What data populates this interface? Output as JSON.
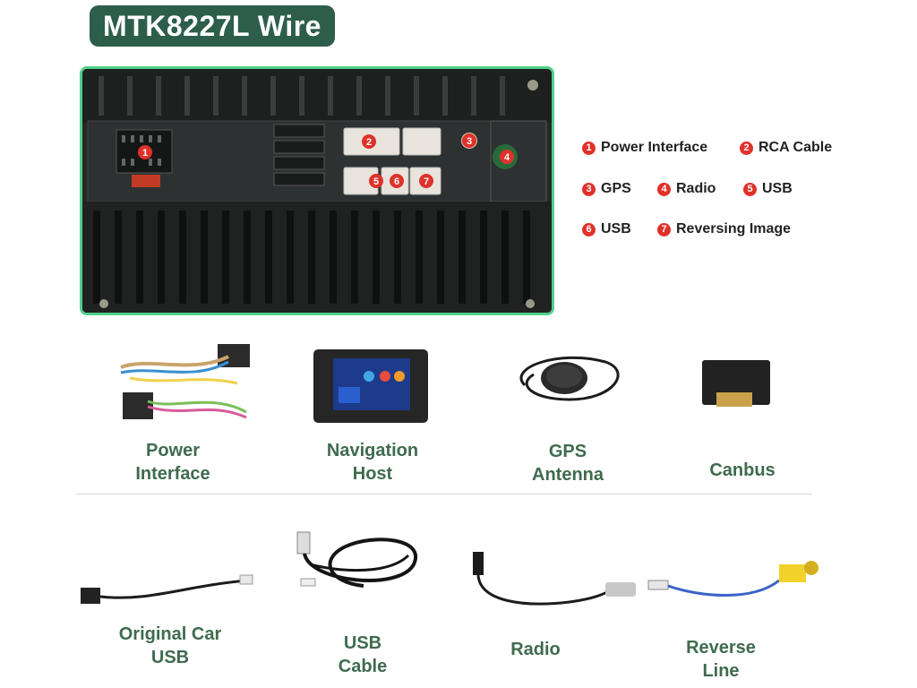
{
  "title": "MTK8227L  Wire",
  "legend": [
    {
      "num": "1",
      "label": "Power Interface"
    },
    {
      "num": "2",
      "label": "RCA Cable"
    },
    {
      "num": "3",
      "label": "GPS"
    },
    {
      "num": "4",
      "label": "Radio"
    },
    {
      "num": "5",
      "label": "USB"
    },
    {
      "num": "6",
      "label": "USB"
    },
    {
      "num": "7",
      "label": "Reversing Image"
    }
  ],
  "unit_markers": [
    "1",
    "2",
    "3",
    "4",
    "5",
    "6",
    "7"
  ],
  "accessories_row1": [
    {
      "line1": "Power",
      "line2": "Interface"
    },
    {
      "line1": "Navigation",
      "line2": "Host"
    },
    {
      "line1": "GPS",
      "line2": "Antenna"
    },
    {
      "line1": "Canbus",
      "line2": ""
    }
  ],
  "accessories_row2": [
    {
      "line1": "Original Car",
      "line2": "USB"
    },
    {
      "line1": "USB",
      "line2": "Cable"
    },
    {
      "line1": "Radio",
      "line2": ""
    },
    {
      "line1": "Reverse",
      "line2": "Line"
    }
  ],
  "colors": {
    "brand": "#2d5e4c",
    "accent_green": "#4fcf8c",
    "marker_red": "#e0312a",
    "label_green": "#3f6b4f"
  }
}
